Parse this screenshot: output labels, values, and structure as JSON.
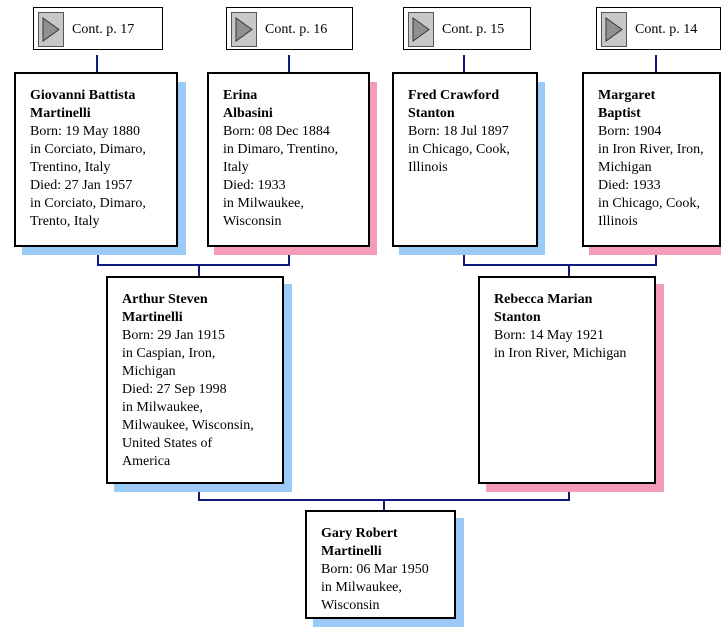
{
  "continuations": [
    {
      "label": "Cont. p. 17",
      "icon": "play-triangle-icon"
    },
    {
      "label": "Cont. p. 16",
      "icon": "play-triangle-icon"
    },
    {
      "label": "Cont. p. 15",
      "icon": "play-triangle-icon"
    },
    {
      "label": "Cont. p. 14",
      "icon": "play-triangle-icon"
    }
  ],
  "colors": {
    "male_shadow": "#9ccaf8",
    "female_shadow": "#f49cb8",
    "connector": "#0f1b80"
  },
  "grandparents": [
    {
      "sex": "male",
      "name_line1": "Giovanni Battista",
      "name_line2": "Martinelli",
      "lines": [
        "Born: 19 May 1880",
        "in Corciato, Dimaro,",
        "Trentino, Italy",
        "Died: 27 Jan 1957",
        "in Corciato, Dimaro,",
        "Trento, Italy"
      ]
    },
    {
      "sex": "female",
      "name_line1": "Erina",
      "name_line2": "Albasini",
      "lines": [
        "Born: 08 Dec 1884",
        "in Dimaro, Trentino,",
        "Italy",
        "Died: 1933",
        "in Milwaukee,",
        "Wisconsin"
      ]
    },
    {
      "sex": "male",
      "name_line1": "Fred Crawford",
      "name_line2": "Stanton",
      "lines": [
        "Born: 18 Jul 1897",
        "in Chicago, Cook,",
        "Illinois"
      ]
    },
    {
      "sex": "female",
      "name_line1": "Margaret",
      "name_line2": "Baptist",
      "lines": [
        "Born: 1904",
        "in Iron River, Iron,",
        "Michigan",
        "Died: 1933",
        "in Chicago, Cook,",
        "Illinois"
      ]
    }
  ],
  "parents": [
    {
      "sex": "male",
      "name_line1": "Arthur Steven",
      "name_line2": "Martinelli",
      "lines": [
        "Born: 29 Jan 1915",
        "in Caspian, Iron,",
        "Michigan",
        "Died: 27 Sep 1998",
        "in Milwaukee,",
        "Milwaukee, Wisconsin,",
        "United States of",
        "America"
      ]
    },
    {
      "sex": "female",
      "name_line1": "Rebecca Marian",
      "name_line2": "Stanton",
      "lines": [
        "Born: 14 May 1921",
        "in Iron River, Michigan"
      ]
    }
  ],
  "subject": {
    "sex": "male",
    "name_line1": "Gary Robert",
    "name_line2": "Martinelli",
    "lines": [
      "Born: 06 Mar 1950",
      "in Milwaukee,",
      "Wisconsin"
    ]
  }
}
